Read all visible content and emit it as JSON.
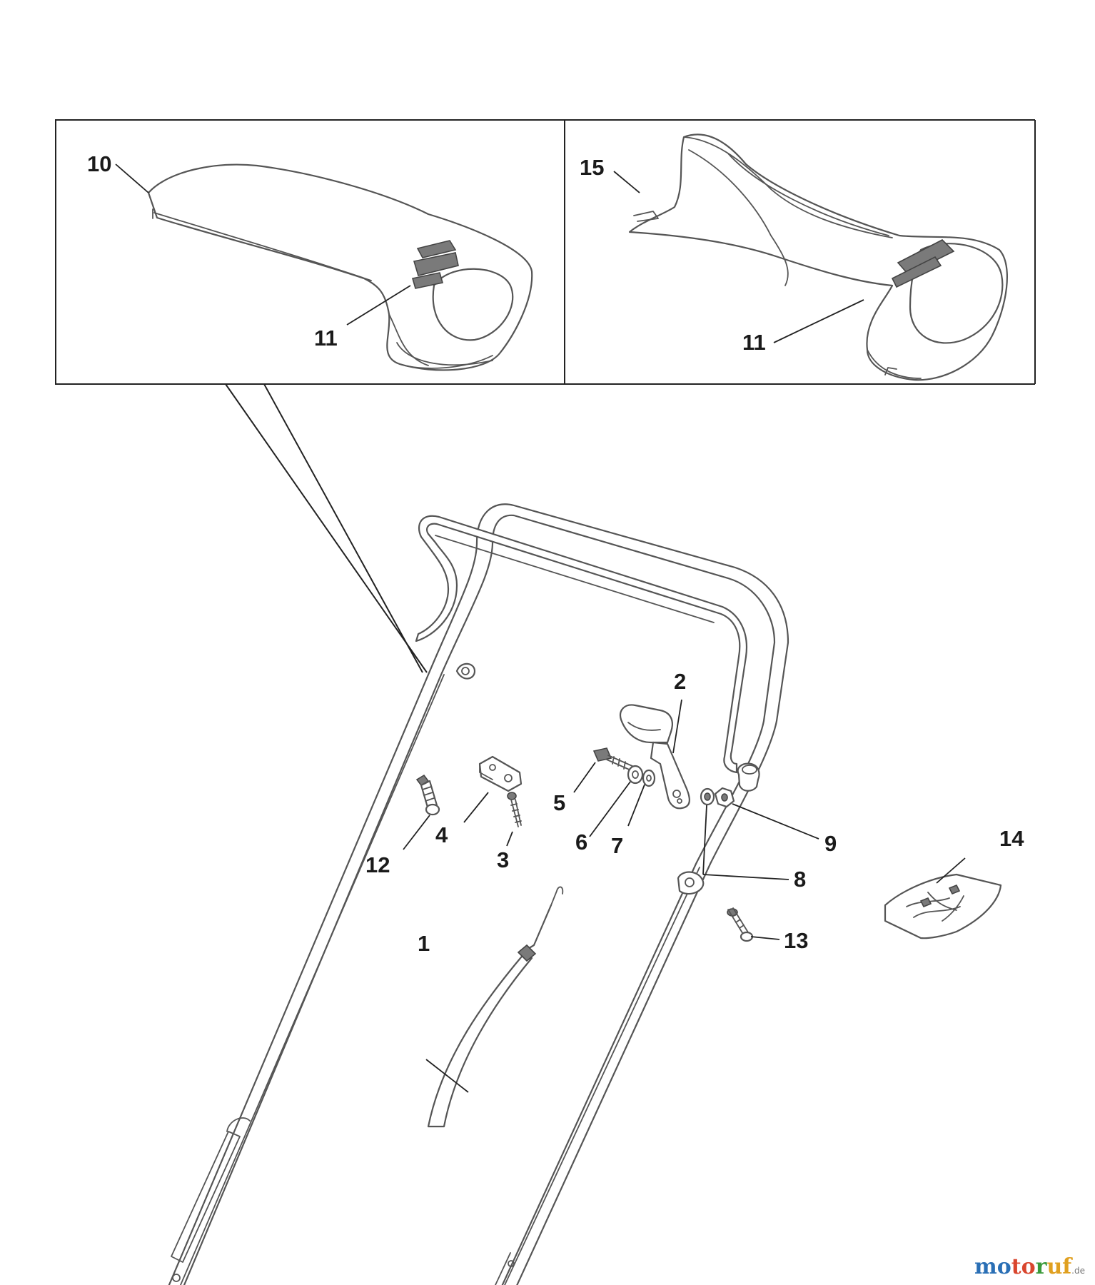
{
  "callouts": {
    "c1": "1",
    "c2": "2",
    "c3": "3",
    "c4": "4",
    "c5": "5",
    "c6": "6",
    "c7": "7",
    "c8": "8",
    "c9": "9",
    "c10": "10",
    "c11a": "11",
    "c11b": "11",
    "c12": "12",
    "c13": "13",
    "c14": "14",
    "c15": "15"
  },
  "watermark": {
    "part1": "mo",
    "part2": "to",
    "part3": "r",
    "part4": "uf",
    "tld": ".de"
  }
}
